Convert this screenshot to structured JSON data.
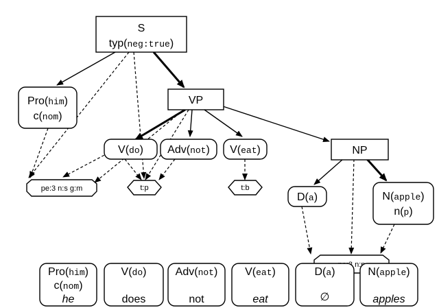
{
  "nodes": {
    "S": {
      "name": "S",
      "feat_key": "typ",
      "feat_val": "neg:true"
    },
    "VP": {
      "name": "VP"
    },
    "NP": {
      "name": "NP"
    },
    "pro": {
      "cat": "Pro",
      "lemma": "him",
      "f_key": "c",
      "f_val": "nom"
    },
    "v_do": {
      "cat": "V",
      "lemma": "do"
    },
    "adv": {
      "cat": "Adv",
      "lemma": "not"
    },
    "v_eat": {
      "cat": "V",
      "lemma": "eat"
    },
    "d": {
      "cat": "D",
      "lemma": "a"
    },
    "n": {
      "cat": "N",
      "lemma": "apple",
      "f_key": "n",
      "f_val": "p"
    },
    "agr1": {
      "text": "pe:3 n:s g:m"
    },
    "tp": {
      "text": "t:p"
    },
    "tb": {
      "text": "t:b"
    },
    "agr2": {
      "text": "pe:3 n:p"
    }
  },
  "bottom": [
    {
      "cat": "Pro",
      "lemma": "him",
      "f_key": "c",
      "f_val": "nom",
      "word": "he",
      "italic": true
    },
    {
      "cat": "V",
      "lemma": "do",
      "word": "does",
      "italic": false
    },
    {
      "cat": "Adv",
      "lemma": "not",
      "word": "not",
      "italic": false
    },
    {
      "cat": "V",
      "lemma": "eat",
      "word": "eat",
      "italic": true
    },
    {
      "cat": "D",
      "lemma": "a",
      "word": "∅",
      "italic": false
    },
    {
      "cat": "N",
      "lemma": "apple",
      "word": "apples",
      "italic": true
    }
  ]
}
